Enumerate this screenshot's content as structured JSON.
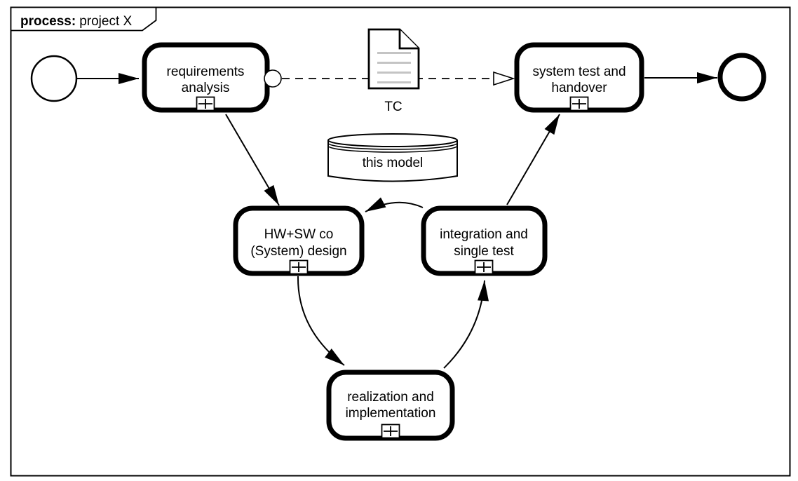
{
  "diagram": {
    "frame": {
      "label_prefix": "process:",
      "label_name": "project X"
    },
    "tasks": [
      {
        "id": "requirements-analysis",
        "lines": [
          "requirements",
          "analysis"
        ]
      },
      {
        "id": "system-test-and-handover",
        "lines": [
          "system test and",
          "handover"
        ]
      },
      {
        "id": "hw-sw-co-system-design",
        "lines": [
          "HW+SW co",
          "(System) design"
        ]
      },
      {
        "id": "integration-and-single-test",
        "lines": [
          "integration and",
          "single test"
        ]
      },
      {
        "id": "realization-and-implementation",
        "lines": [
          "realization and",
          "implementation"
        ]
      }
    ],
    "artifacts": {
      "document_label": "TC",
      "datastore_label": "this model"
    },
    "colors": {
      "stroke": "#000000",
      "fill": "#ffffff",
      "document_lines": "#c4c4c4"
    }
  }
}
